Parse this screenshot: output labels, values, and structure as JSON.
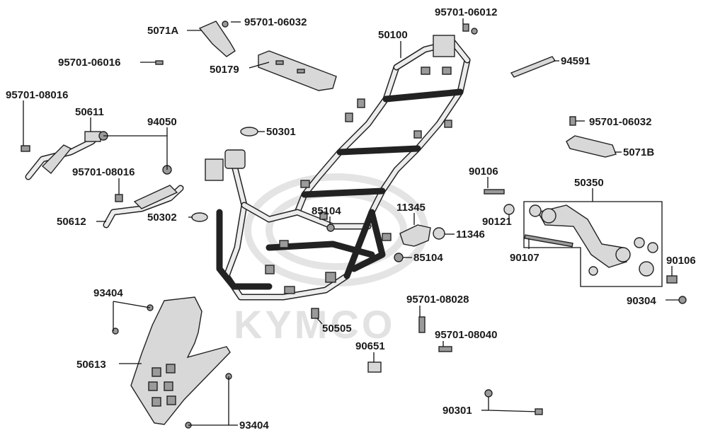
{
  "brand_watermark": "KYMCO",
  "labels": {
    "l_5071A": "5071A",
    "l_95701_06032_a": "95701-06032",
    "l_95701_06012": "95701-06012",
    "l_50100": "50100",
    "l_95701_06016": "95701-06016",
    "l_50179": "50179",
    "l_94591": "94591",
    "l_95701_08016_a": "95701-08016",
    "l_50611": "50611",
    "l_94050": "94050",
    "l_50301": "50301",
    "l_95701_06032_b": "95701-06032",
    "l_5071B": "5071B",
    "l_95701_08016_b": "95701-08016",
    "l_90106_a": "90106",
    "l_50350": "50350",
    "l_85104_a": "85104",
    "l_11345": "11345",
    "l_90121": "90121",
    "l_50612": "50612",
    "l_50302": "50302",
    "l_11346": "11346",
    "l_85104_b": "85104",
    "l_90107": "90107",
    "l_90106_b": "90106",
    "l_93404_a": "93404",
    "l_95701_08028": "95701-08028",
    "l_90304": "90304",
    "l_50505": "50505",
    "l_95701_08040": "95701-08040",
    "l_90651": "90651",
    "l_50613": "50613",
    "l_90301": "90301",
    "l_93404_b": "93404"
  }
}
